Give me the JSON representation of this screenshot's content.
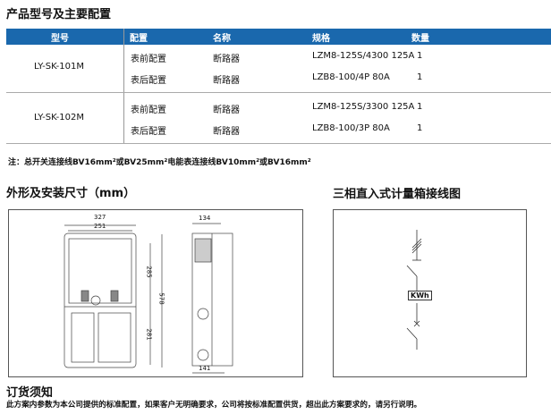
{
  "title": "产品型号及主要配置",
  "table": {
    "headers": [
      "型号",
      "配置",
      "名称",
      "规格",
      "数量"
    ],
    "groups": [
      {
        "model": "LY-SK-101M",
        "rows": [
          {
            "config": "表前配置",
            "name": "断路器",
            "spec": "LZM8-125S/4300 125A",
            "qty": "1"
          },
          {
            "config": "表后配置",
            "name": "断路器",
            "spec": "LZB8-100/4P 80A",
            "qty": "1"
          }
        ]
      },
      {
        "model": "LY-SK-102M",
        "rows": [
          {
            "config": "表前配置",
            "name": "断路器",
            "spec": "LZM8-125S/3300 125A",
            "qty": "1"
          },
          {
            "config": "表后配置",
            "name": "断路器",
            "spec": "LZB8-100/3P 80A",
            "qty": "1"
          }
        ]
      }
    ]
  },
  "note": "注：总开关连接线BV16mm²或BV25mm²电能表连接线BV10mm²或BV16mm²",
  "dimensions": {
    "title": "外形及安装尺寸（mm）",
    "labels": {
      "w327": "327",
      "w251": "251",
      "h285": "285",
      "h578": "578",
      "h281": "281",
      "d134": "134",
      "d141": "141"
    }
  },
  "wiring": {
    "title": "三相直入式计量箱接线图",
    "meter": "KWh"
  },
  "order": {
    "title": "订货须知",
    "text": "此方案内参数为本公司提供的标准配置，如果客户无明确要求，公司将按标准配置供货，超出此方案要求的，请另行说明。"
  },
  "colors": {
    "header": "#1a68ad"
  }
}
